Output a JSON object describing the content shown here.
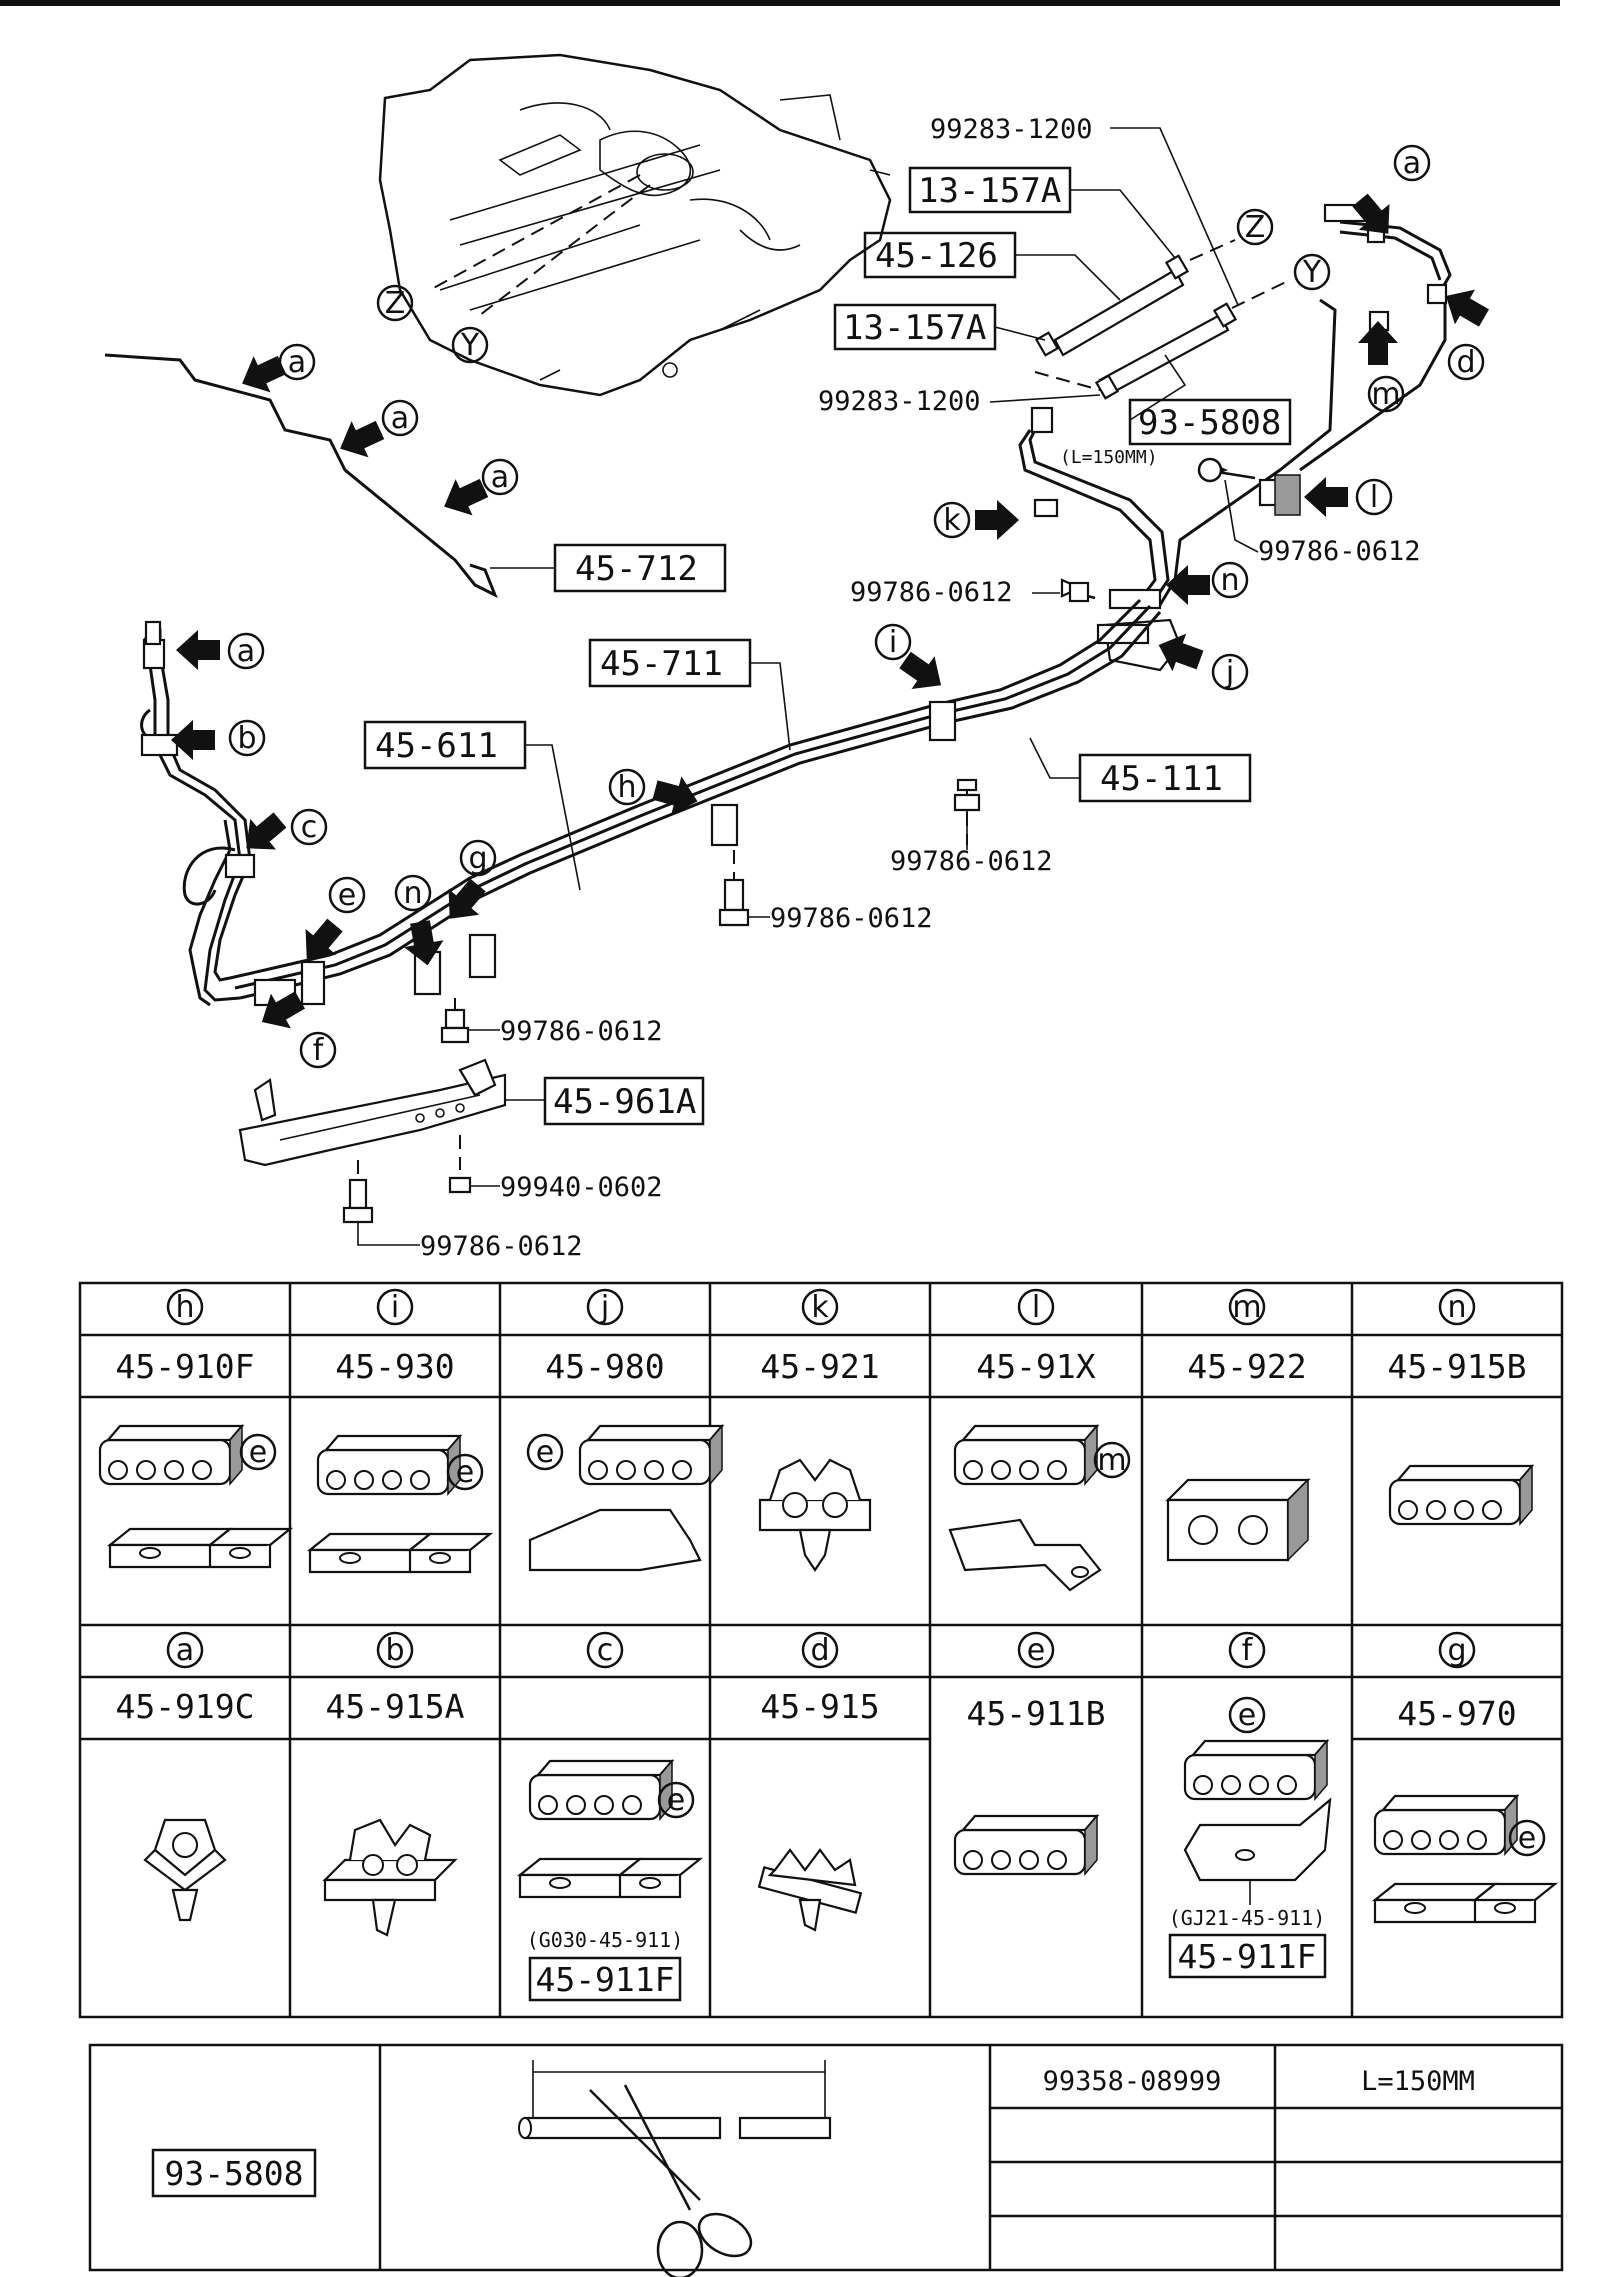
{
  "diagram": {
    "callouts": {
      "p1": "99283-1200",
      "p2": "13-157A",
      "p3": "45-126",
      "p4": "13-157A",
      "p5": "99283-1200",
      "p6": "93-5808",
      "p7": "(L=150MM)",
      "p8": "99786-0612",
      "p9": "45-712",
      "p10": "99786-0612",
      "p11": "45-711",
      "p12": "45-611",
      "p13": "45-111",
      "p14": "99786-0612",
      "p15": "99786-0612",
      "p16": "99786-0612",
      "p17": "45-961A",
      "p18": "99940-0602",
      "p19": "99786-0612"
    },
    "circle_letters": {
      "a1": "a",
      "a2": "a",
      "a3": "a",
      "a4": "a",
      "a5": "a",
      "b": "b",
      "c": "c",
      "d": "d",
      "e": "e",
      "f": "f",
      "g": "g",
      "h": "h",
      "i": "i",
      "j": "j",
      "k": "k",
      "l": "l",
      "m": "m",
      "n1": "n",
      "n2": "n",
      "Y1": "Y",
      "Y2": "Y",
      "Z1": "Z",
      "Z2": "Z"
    }
  },
  "clip_table": {
    "row1": [
      {
        "letter": "h",
        "part": "45-910F",
        "sub": "e"
      },
      {
        "letter": "i",
        "part": "45-930",
        "sub": "e"
      },
      {
        "letter": "j",
        "part": "45-980",
        "sub": "e"
      },
      {
        "letter": "k",
        "part": "45-921",
        "sub": ""
      },
      {
        "letter": "l",
        "part": "45-91X",
        "sub": "m"
      },
      {
        "letter": "m",
        "part": "45-922",
        "sub": ""
      },
      {
        "letter": "n",
        "part": "45-915B",
        "sub": ""
      }
    ],
    "row2": [
      {
        "letter": "a",
        "part": "45-919C"
      },
      {
        "letter": "b",
        "part": "45-915A"
      },
      {
        "letter": "c",
        "part": "",
        "sub": "e",
        "note": "(G030-45-911)",
        "boxed": "45-911F"
      },
      {
        "letter": "d",
        "part": "45-915"
      },
      {
        "letter": "e",
        "part": "45-911B"
      },
      {
        "letter": "f",
        "part": "",
        "sub": "e",
        "note": "(GJ21-45-911)",
        "boxed": "45-911F"
      },
      {
        "letter": "g",
        "part": "45-970",
        "sub": "e"
      }
    ]
  },
  "hose_table": {
    "part": "93-5808",
    "hose_code": "99358-08999",
    "length": "L=150MM"
  }
}
